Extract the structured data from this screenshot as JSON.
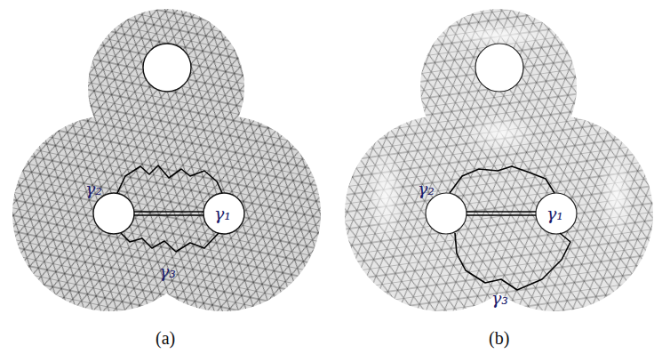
{
  "diagram": {
    "labels": [
      "γ₂",
      "γ₁",
      "γ₃",
      "γ₂",
      "γ₁",
      "γ₃",
      "(a)",
      "(b)"
    ]
  }
}
